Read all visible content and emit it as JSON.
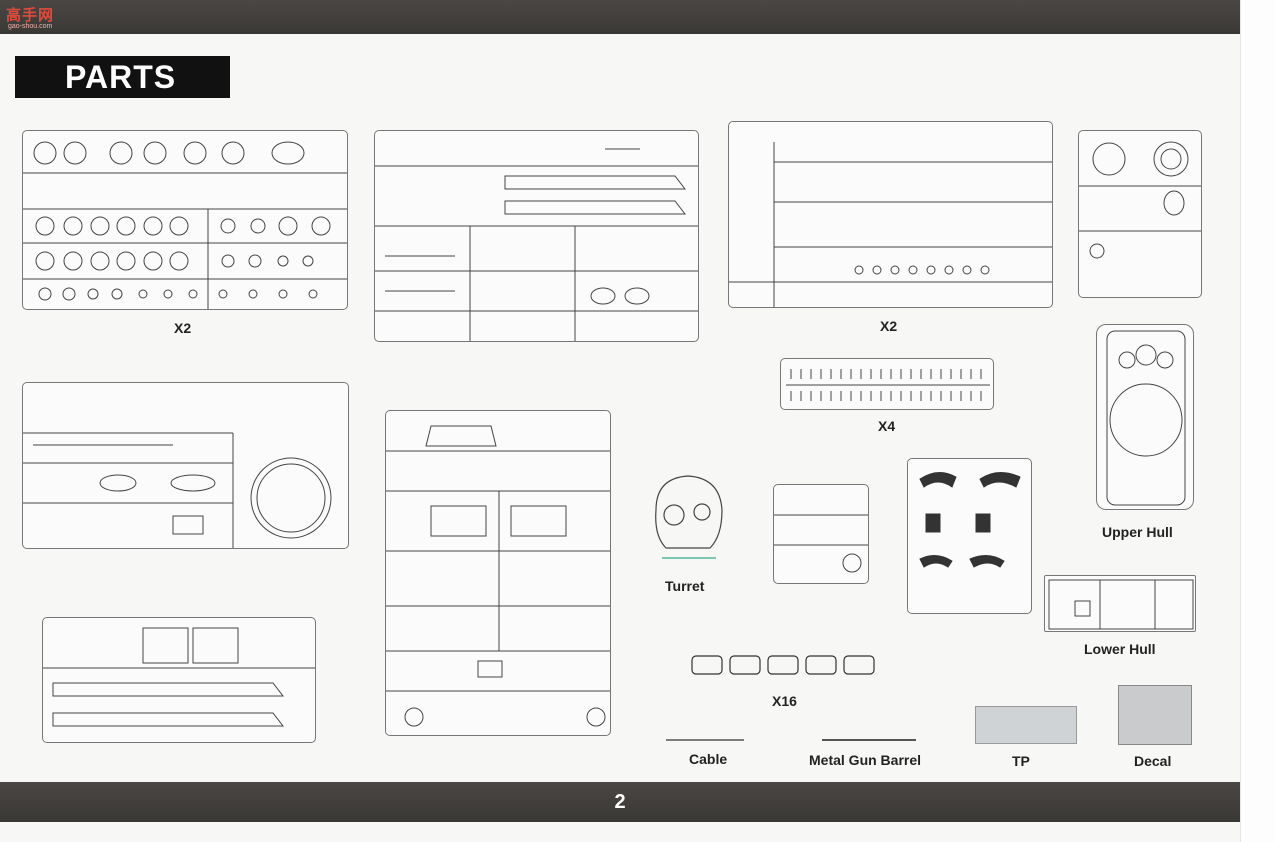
{
  "header": {
    "watermark_text": "高手网",
    "watermark_sub": "gao-shou.com"
  },
  "title": "PARTS",
  "page_number": "2",
  "sprue_labels": {
    "sprue_a_qty": "X2",
    "sprue_c_qty": "X2",
    "track_sprue_qty": "X4",
    "track_links_qty": "X16"
  },
  "part_labels": {
    "turret": "Turret",
    "upper_hull": "Upper Hull",
    "lower_hull": "Lower Hull",
    "cable": "Cable",
    "metal_gun_barrel": "Metal Gun Barrel",
    "tp": "TP",
    "decal": "Decal"
  },
  "colors": {
    "bar": "#3f3d3a",
    "title_bg": "#111111",
    "sprue_line": "#777777"
  }
}
